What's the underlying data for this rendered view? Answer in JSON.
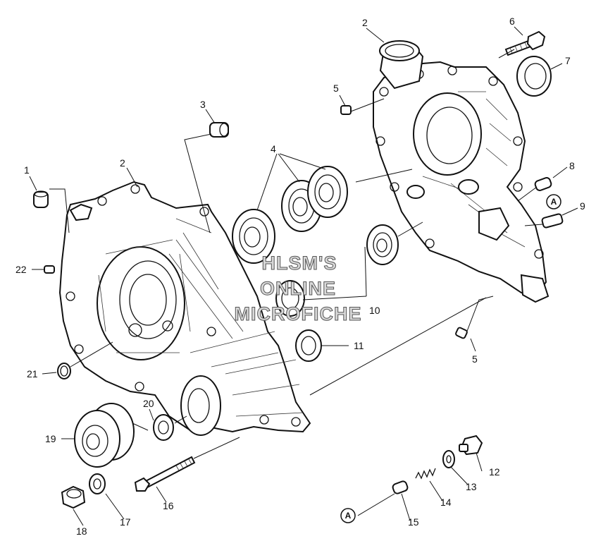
{
  "callouts": {
    "c1": "1",
    "c2_left": "2",
    "c2_right": "2",
    "c3": "3",
    "c4": "4",
    "c5_top": "5",
    "c5_bottom": "5",
    "c6": "6",
    "c7": "7",
    "c8": "8",
    "c9": "9",
    "c10": "10",
    "c11": "11",
    "c12": "12",
    "c13": "13",
    "c14": "14",
    "c15": "15",
    "c16": "16",
    "c17": "17",
    "c18": "18",
    "c19": "19",
    "c20": "20",
    "c21": "21",
    "c22": "22"
  },
  "reference_marker": "A",
  "watermark": [
    "HLSM'S",
    "ONLINE",
    "MICROFICHE"
  ]
}
